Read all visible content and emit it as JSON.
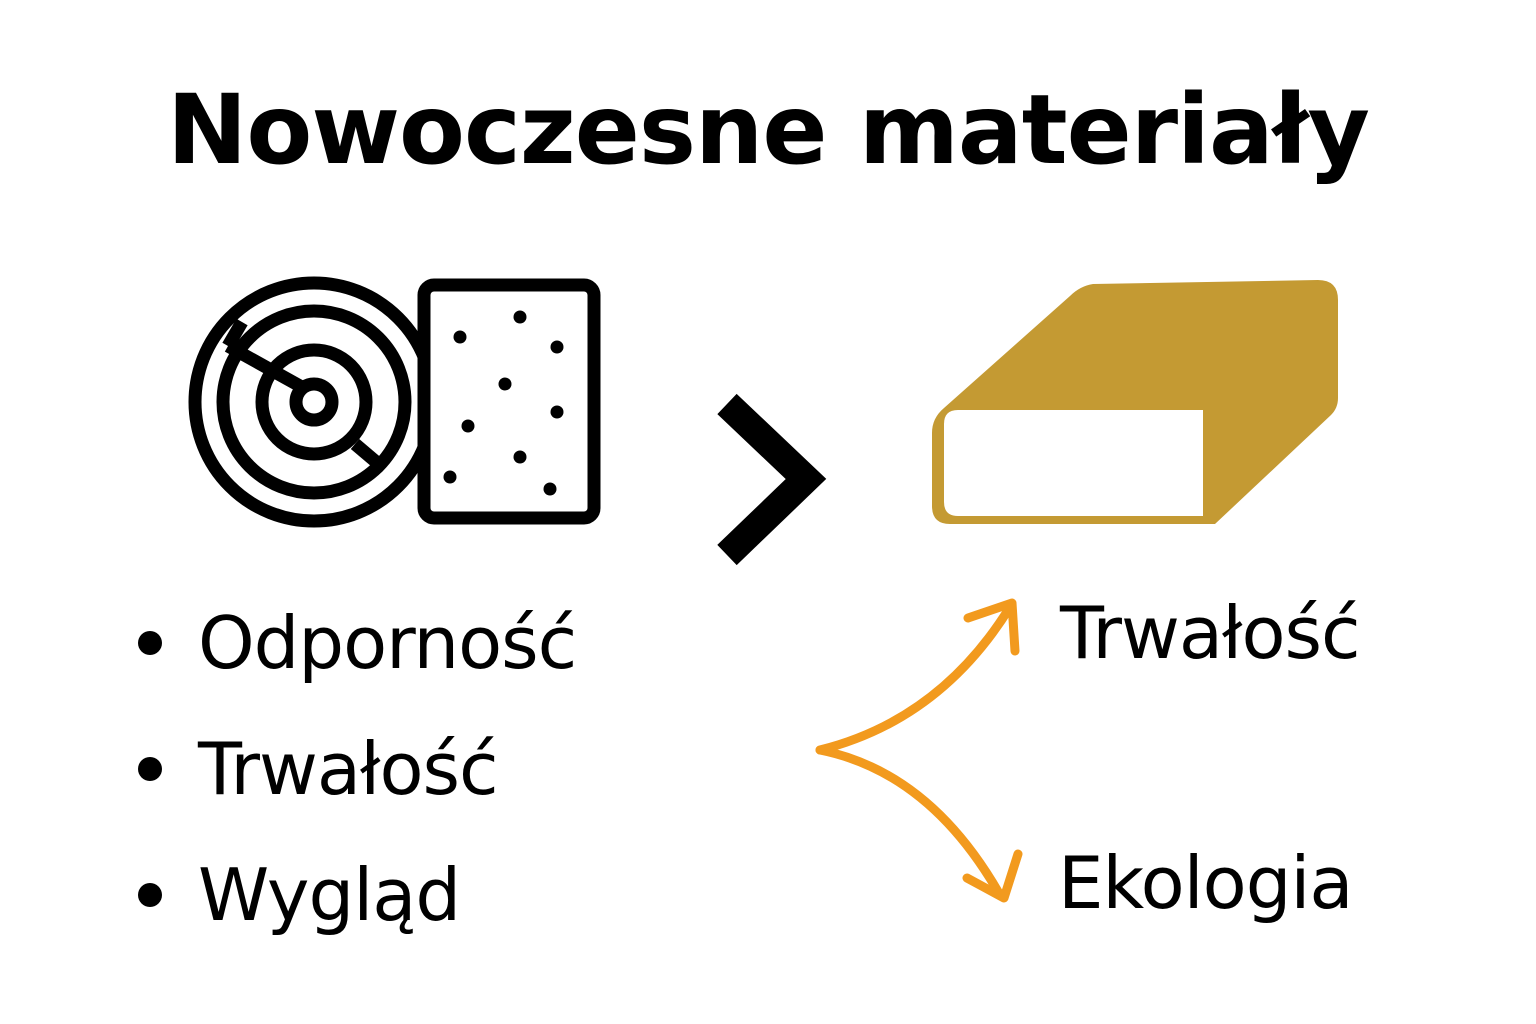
{
  "title": "Nowoczesne materiały",
  "left_material": {
    "icons": [
      "wood-rings-icon",
      "porous-stone-icon"
    ],
    "properties": [
      "Odporność",
      "Trwałość",
      "Wygląd"
    ]
  },
  "comparison_icon": "chevron-right-icon",
  "right_material": {
    "icon": "composite-block-icon",
    "benefits": [
      "Trwałość",
      "Ekologia"
    ]
  },
  "colors": {
    "text": "#000000",
    "block_fill": "#C49A33",
    "arrow": "#F29A1E",
    "background": "#FFFFFF"
  }
}
